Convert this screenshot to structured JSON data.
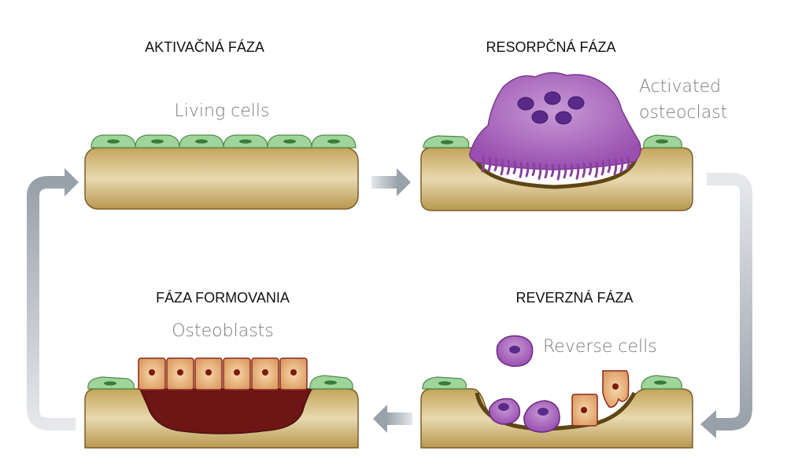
{
  "phases": {
    "activation": {
      "title": "AKTIVAČNÁ FÁZA",
      "label": "Living cells"
    },
    "resorption": {
      "title": "RESORPČNÁ FÁZA",
      "label_line1": "Activated",
      "label_line2": "osteoclast"
    },
    "reversal": {
      "title": "REVERZNÁ FÁZA",
      "label": "Reverse cells"
    },
    "formation": {
      "title": "FÁZA FORMOVANIA",
      "label": "Osteoblasts"
    }
  },
  "colors": {
    "bone": "#c9ab63",
    "bone_light": "#e7d8b0",
    "bone_edge": "#6b5323",
    "lining_cell": "#9fd49a",
    "lining_nucleus": "#3a7a3a",
    "osteoclast": "#a05ab4",
    "osteoclast_nucleus": "#5a2a8a",
    "osteoblast": "#e9b27a",
    "osteoblast_edge": "#8a2a1a",
    "new_bone": "#6e1616",
    "arrow": "#a9b0b8"
  }
}
